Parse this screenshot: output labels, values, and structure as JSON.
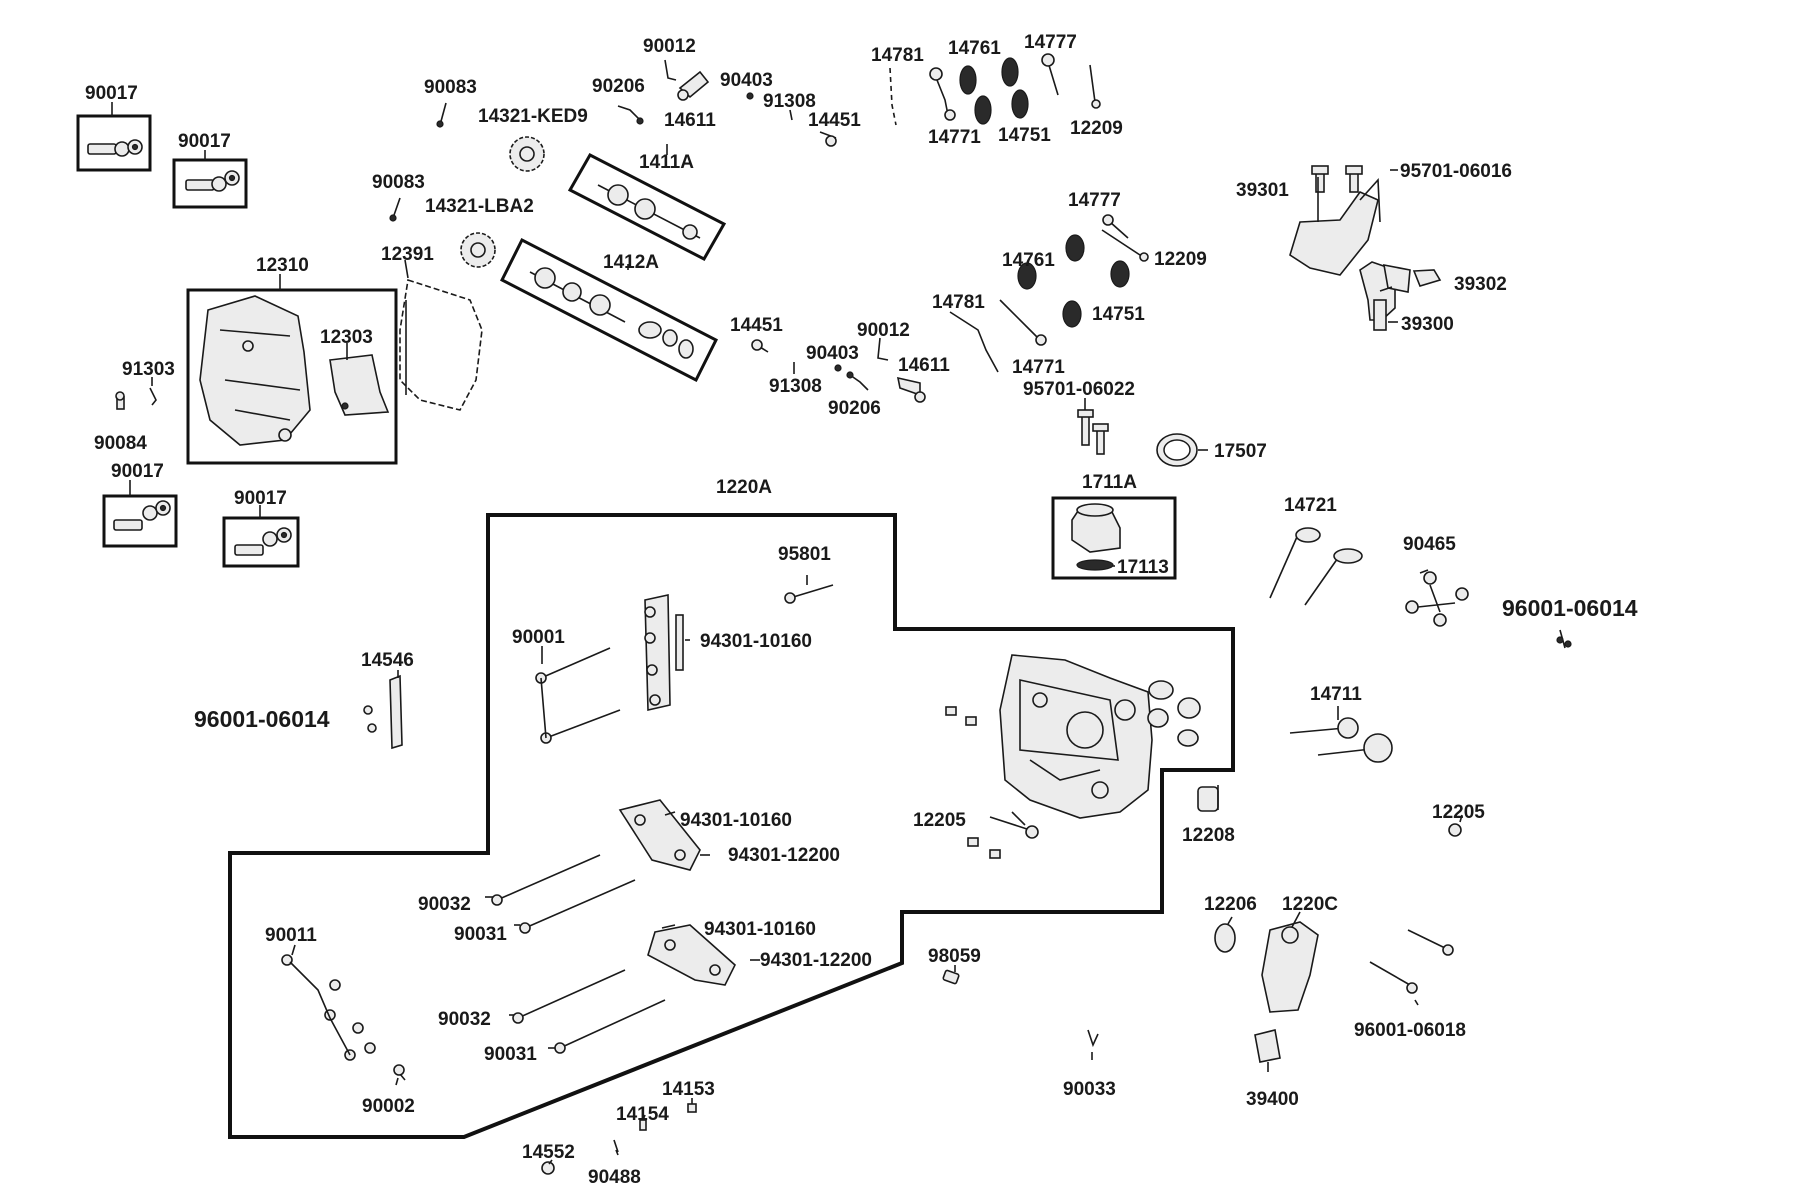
{
  "labels": {
    "p90017_a": "90017",
    "p90017_b": "90017",
    "p90017_c": "90017",
    "p90017_d": "90017",
    "p12310": "12310",
    "p12303": "12303",
    "p91303": "91303",
    "p90084": "90084",
    "p12391": "12391",
    "p90083_a": "90083",
    "p90083_b": "90083",
    "p14321_ked9": "14321-KED9",
    "p14321_lba2": "14321-LBA2",
    "p90012_a": "90012",
    "p90206_a": "90206",
    "p14611_a": "14611",
    "p90403_a": "90403",
    "p91308_a": "91308",
    "p14451_a": "14451",
    "p1411a": "1411A",
    "p1412a": "1412A",
    "p14781_a": "14781",
    "p14761_a": "14761",
    "p14777_a": "14777",
    "p14771_a": "14771",
    "p14751_a": "14751",
    "p12209_a": "12209",
    "p14777_b": "14777",
    "p12209_b": "12209",
    "p14761_b": "14761",
    "p14751_b": "14751",
    "p14781_b": "14781",
    "p14771_b": "14771",
    "p14451_b": "14451",
    "p90012_b": "90012",
    "p90403_b": "90403",
    "p14611_b": "14611",
    "p91308_b": "91308",
    "p90206_b": "90206",
    "p39301": "39301",
    "p95701_06016": "95701-06016",
    "p39302": "39302",
    "p39300": "39300",
    "p95701_06022": "95701-06022",
    "p17507": "17507",
    "p1711a": "1711A",
    "p17113": "17113",
    "p1220a": "1220A",
    "p95801": "95801",
    "p90001": "90001",
    "p94301_10160_a": "94301-10160",
    "p14546": "14546",
    "p96001_06014_a": "96001-06014",
    "p14721": "14721",
    "p90465": "90465",
    "p96001_06014_b": "96001-06014",
    "p14711": "14711",
    "p12205_a": "12205",
    "p12205_b": "12205",
    "p12208": "12208",
    "p94301_10160_b": "94301-10160",
    "p94301_12200_a": "94301-12200",
    "p90032_a": "90032",
    "p90031_a": "90031",
    "p94301_10160_c": "94301-10160",
    "p94301_12200_b": "94301-12200",
    "p90011": "90011",
    "p98059": "98059",
    "p12206": "12206",
    "p1220c": "1220C",
    "p90032_b": "90032",
    "p90031_b": "90031",
    "p96001_06018": "96001-06018",
    "p90002": "90002",
    "p90033": "90033",
    "p39400": "39400",
    "p14153": "14153",
    "p14154": "14154",
    "p14552": "14552",
    "p90488": "90488"
  }
}
